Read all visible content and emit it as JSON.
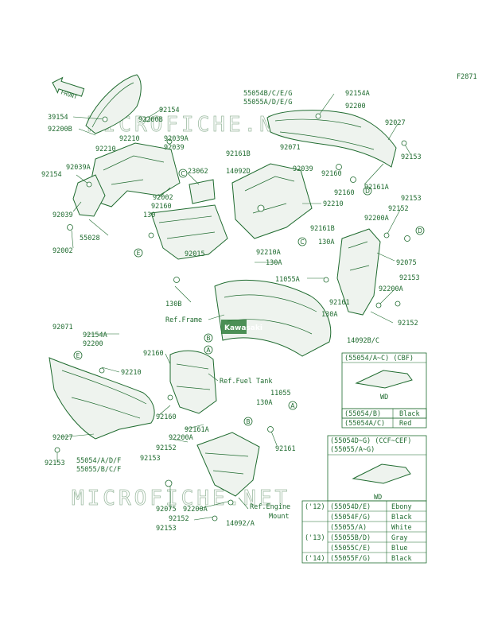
{
  "figure_code": "F2871",
  "front_label": "FRONT",
  "watermark": "MICROFICHE.NET",
  "logo": "Kawasaki",
  "callouts": [
    "A",
    "B",
    "C",
    "D",
    "E"
  ],
  "labels": [
    {
      "id": "l01",
      "text": "39154"
    },
    {
      "id": "l02",
      "text": "92200B"
    },
    {
      "id": "l03",
      "text": "92154"
    },
    {
      "id": "l04",
      "text": "92200B"
    },
    {
      "id": "l05",
      "text": "92154"
    },
    {
      "id": "l06",
      "text": "92210"
    },
    {
      "id": "l07",
      "text": "92210"
    },
    {
      "id": "l08",
      "text": "92039A"
    },
    {
      "id": "l09",
      "text": "92039"
    },
    {
      "id": "l10",
      "text": "92039A"
    },
    {
      "id": "l11",
      "text": "92002"
    },
    {
      "id": "l12",
      "text": "92160"
    },
    {
      "id": "l13",
      "text": "92039"
    },
    {
      "id": "l14",
      "text": "130"
    },
    {
      "id": "l15",
      "text": "55028"
    },
    {
      "id": "l16",
      "text": "92002"
    },
    {
      "id": "l17",
      "text": "23062"
    },
    {
      "id": "l18",
      "text": "14092D"
    },
    {
      "id": "l19",
      "text": "92161B"
    },
    {
      "id": "l20",
      "text": "92071"
    },
    {
      "id": "l21",
      "text": "92039"
    },
    {
      "id": "l22",
      "text": "55054B/C/E/G"
    },
    {
      "id": "l23",
      "text": "55055A/D/E/G"
    },
    {
      "id": "l24",
      "text": "92154A"
    },
    {
      "id": "l25",
      "text": "92200"
    },
    {
      "id": "l26",
      "text": "92027"
    },
    {
      "id": "l27",
      "text": "92153"
    },
    {
      "id": "l28",
      "text": "92160"
    },
    {
      "id": "l29",
      "text": "92160"
    },
    {
      "id": "l30",
      "text": "92161A"
    },
    {
      "id": "l31",
      "text": "92210"
    },
    {
      "id": "l32",
      "text": "92153"
    },
    {
      "id": "l33",
      "text": "92152"
    },
    {
      "id": "l34",
      "text": "92200A"
    },
    {
      "id": "l35",
      "text": "92161B"
    },
    {
      "id": "l36",
      "text": "130A"
    },
    {
      "id": "l37",
      "text": "92075"
    },
    {
      "id": "l38",
      "text": "92210A"
    },
    {
      "id": "l39",
      "text": "130A"
    },
    {
      "id": "l40",
      "text": "92015"
    },
    {
      "id": "l41",
      "text": "11055A"
    },
    {
      "id": "l42",
      "text": "92200A"
    },
    {
      "id": "l43",
      "text": "92153"
    },
    {
      "id": "l44",
      "text": "130B"
    },
    {
      "id": "l45",
      "text": "Ref.Frame"
    },
    {
      "id": "l46",
      "text": "92161"
    },
    {
      "id": "l47",
      "text": "130A"
    },
    {
      "id": "l48",
      "text": "92152"
    },
    {
      "id": "l49",
      "text": "14092B/C"
    },
    {
      "id": "l50",
      "text": "92071"
    },
    {
      "id": "l51",
      "text": "92154A"
    },
    {
      "id": "l52",
      "text": "92200"
    },
    {
      "id": "l53",
      "text": "92160"
    },
    {
      "id": "l54",
      "text": "92210"
    },
    {
      "id": "l55",
      "text": "Ref.Fuel Tank"
    },
    {
      "id": "l56",
      "text": "11055"
    },
    {
      "id": "l57",
      "text": "130A"
    },
    {
      "id": "l58",
      "text": "92160"
    },
    {
      "id": "l59",
      "text": "92161A"
    },
    {
      "id": "l60",
      "text": "92200A"
    },
    {
      "id": "l61",
      "text": "92027"
    },
    {
      "id": "l62",
      "text": "92152"
    },
    {
      "id": "l63",
      "text": "92153"
    },
    {
      "id": "l64",
      "text": "92161"
    },
    {
      "id": "l65",
      "text": "55054/A/D/F"
    },
    {
      "id": "l66",
      "text": "55055/B/C/F"
    },
    {
      "id": "l67",
      "text": "92153"
    },
    {
      "id": "l68",
      "text": "92075"
    },
    {
      "id": "l69",
      "text": "92200A"
    },
    {
      "id": "l70",
      "text": "Ref.Engine"
    },
    {
      "id": "l71",
      "text": "Mount"
    },
    {
      "id": "l72",
      "text": "92152"
    },
    {
      "id": "l73",
      "text": "14092/A"
    },
    {
      "id": "l74",
      "text": "92153"
    }
  ],
  "table_cbf": {
    "header": "(55054/A~C) (CBF)",
    "decal": "WD",
    "rows": [
      {
        "part": "(55054/B)",
        "color": "Black"
      },
      {
        "part": "(55054A/C)",
        "color": "Red"
      }
    ]
  },
  "table_ccf": {
    "header_line1": "(55054D~G) (CCF~CEF)",
    "header_line2": "(55055/A~G)",
    "decal": "WD",
    "rows": [
      {
        "year": "('12)",
        "part": "(55054D/E)",
        "color": "Ebony"
      },
      {
        "year": "",
        "part": "(55054F/G)",
        "color": "Black"
      },
      {
        "year": "",
        "part": "(55055/A)",
        "color": "White"
      },
      {
        "year": "('13)",
        "part": "(55055B/D)",
        "color": "Gray"
      },
      {
        "year": "",
        "part": "(55055C/E)",
        "color": "Blue"
      },
      {
        "year": "('14)",
        "part": "(55055F/G)",
        "color": "Black"
      }
    ]
  }
}
